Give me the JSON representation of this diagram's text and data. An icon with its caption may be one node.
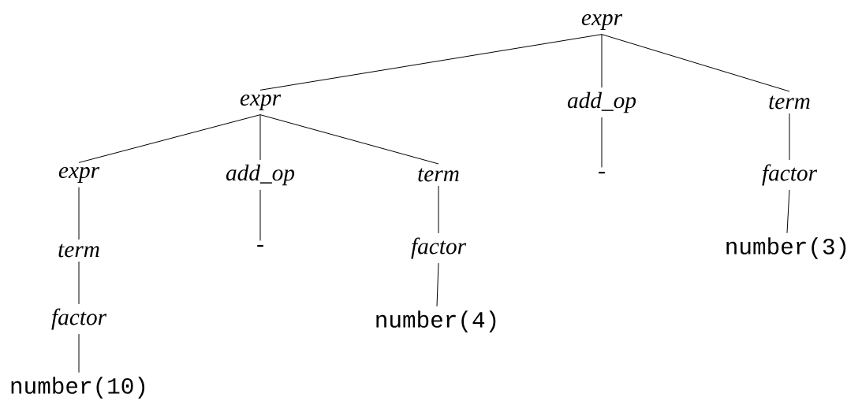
{
  "diagram": {
    "nodes": [
      {
        "text": [
          "expr"
        ]
      },
      {
        "text": [
          "expr"
        ]
      },
      {
        "text": [
          "add_op"
        ]
      },
      {
        "text": [
          "term"
        ]
      },
      {
        "text": [
          "expr"
        ]
      },
      {
        "text": [
          "add_op"
        ]
      },
      {
        "text": [
          "term"
        ]
      },
      {
        "text": [
          "-"
        ]
      },
      {
        "text": [
          "factor"
        ]
      },
      {
        "text": [
          "term"
        ]
      },
      {
        "text": [
          "-"
        ]
      },
      {
        "text": [
          "factor"
        ]
      },
      {
        "text": [
          "number(3)"
        ]
      },
      {
        "text": [
          "factor"
        ]
      },
      {
        "text": [
          "number(4)"
        ]
      },
      {
        "text": [
          "number(10)"
        ]
      }
    ],
    "edges": [
      {
        "from": 0,
        "to": 1,
        "arrow": "none"
      },
      {
        "from": 0,
        "to": 2,
        "arrow": "none"
      },
      {
        "from": 0,
        "to": 3,
        "arrow": "none"
      },
      {
        "from": 1,
        "to": 4,
        "arrow": "none"
      },
      {
        "from": 1,
        "to": 5,
        "arrow": "none"
      },
      {
        "from": 1,
        "to": 6,
        "arrow": "none"
      },
      {
        "from": 2,
        "to": 7,
        "arrow": "none"
      },
      {
        "from": 3,
        "to": 8,
        "arrow": "none"
      },
      {
        "from": 4,
        "to": 9,
        "arrow": "none"
      },
      {
        "from": 5,
        "to": 10,
        "arrow": "none"
      },
      {
        "from": 6,
        "to": 11,
        "arrow": "none"
      },
      {
        "from": 8,
        "to": 12,
        "arrow": "none"
      },
      {
        "from": 9,
        "to": 13,
        "arrow": "none"
      },
      {
        "from": 11,
        "to": 14,
        "arrow": "none"
      },
      {
        "from": 13,
        "to": 15,
        "arrow": "none"
      }
    ]
  }
}
